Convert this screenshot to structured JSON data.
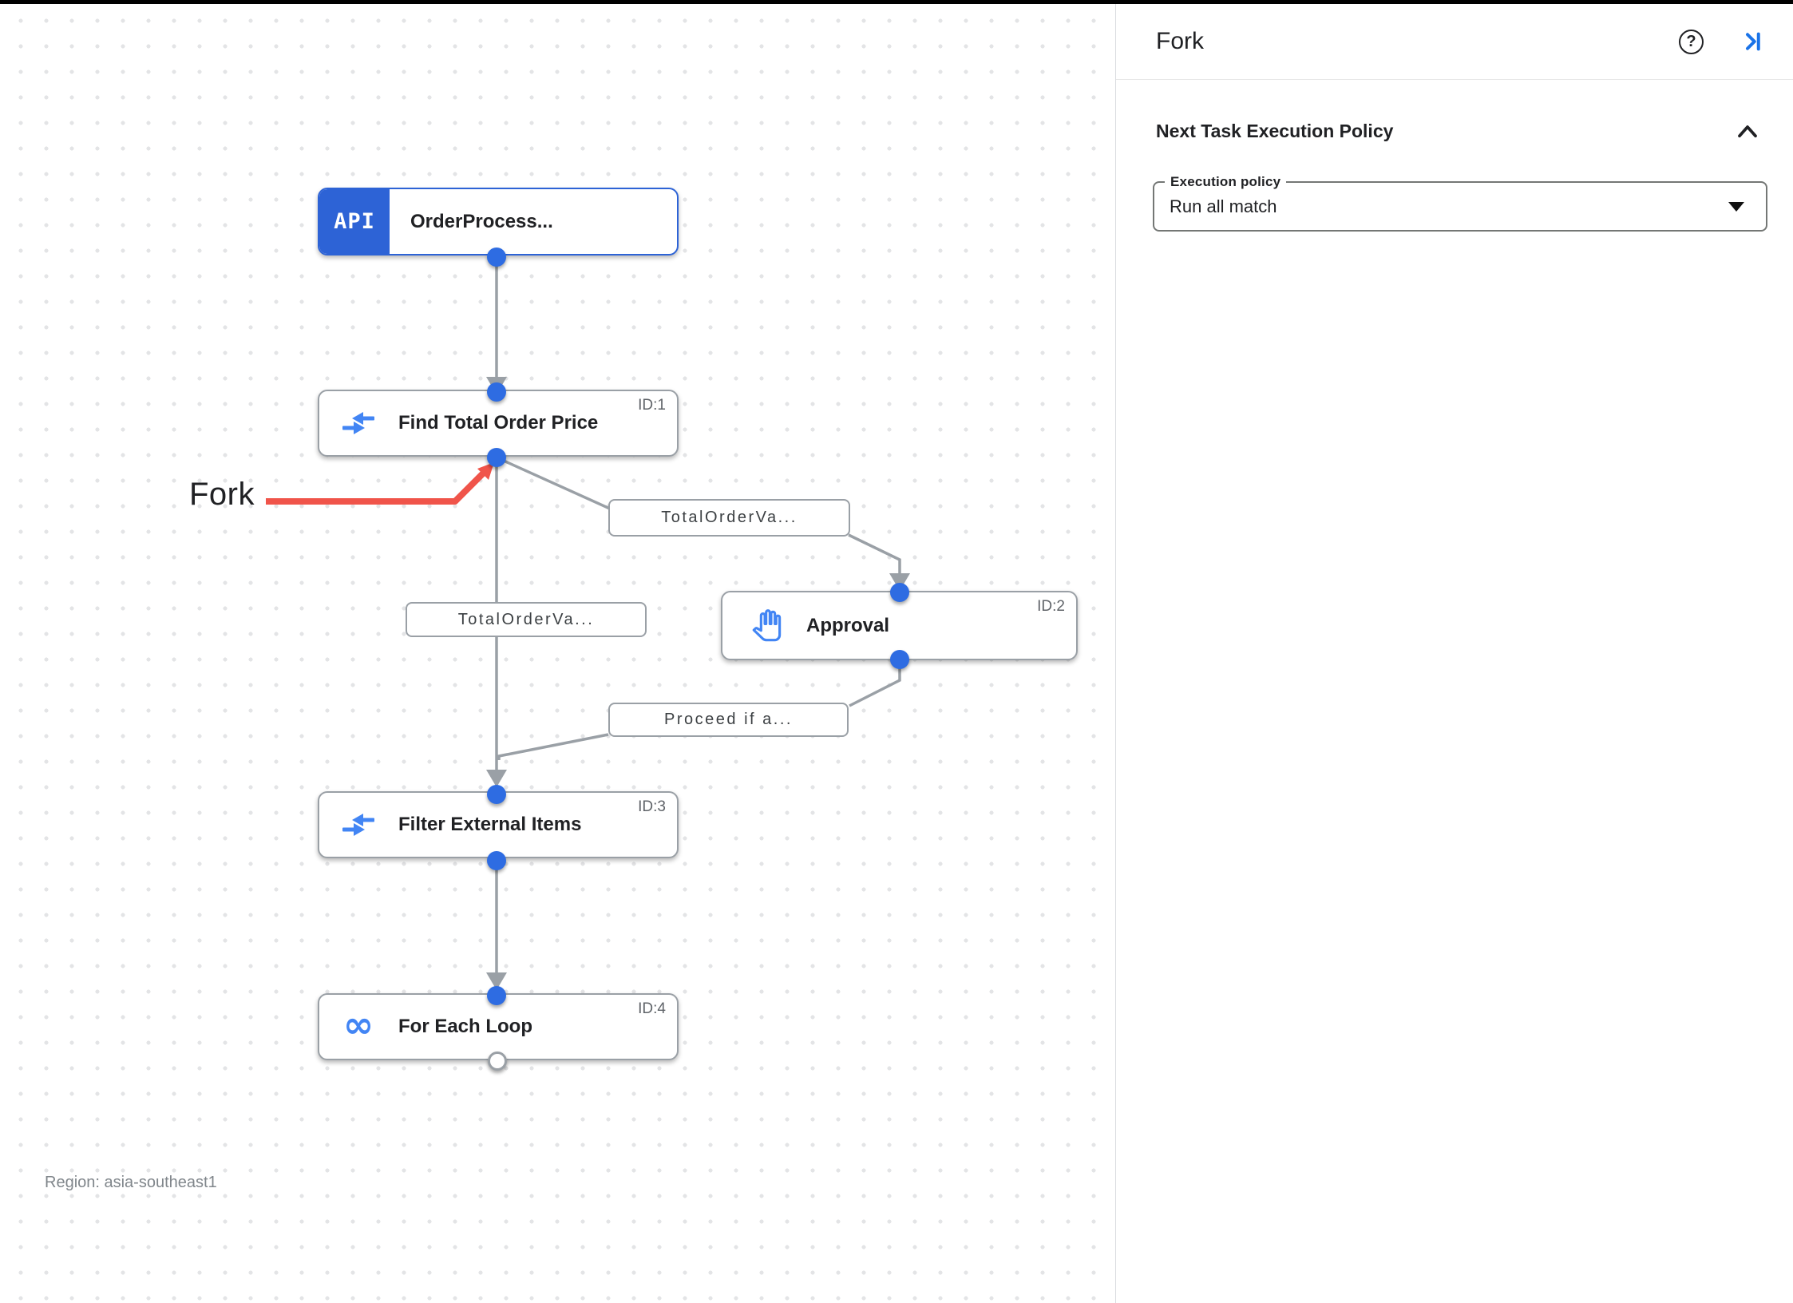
{
  "panel": {
    "title": "Fork",
    "help_glyph": "?",
    "icons": {
      "help": "circled-question-help-icon",
      "collapse": "collapse-panel-right-icon",
      "section_collapse": "chevron-up-icon",
      "dropdown": "caret-down-icon"
    },
    "section": {
      "title": "Next Task Execution Policy",
      "field_label": "Execution policy",
      "field_value": "Run all match"
    }
  },
  "canvas": {
    "annotation": "Fork",
    "region_label": "Region: asia-southeast1",
    "nodes": [
      {
        "badge": "API",
        "title": "OrderProcess...",
        "id_label": "",
        "icon": "api-trigger-badge"
      },
      {
        "title": "Find Total Order Price",
        "id_label": "ID:1",
        "icon": "data-mapping-arrows"
      },
      {
        "title": "Approval",
        "id_label": "ID:2",
        "icon": "approval-hand"
      },
      {
        "title": "Filter External Items",
        "id_label": "ID:3",
        "icon": "data-mapping-arrows"
      },
      {
        "title": "For Each Loop",
        "id_label": "ID:4",
        "icon": "for-each-infinity",
        "icon_glyph": "∞"
      }
    ],
    "edge_labels": [
      "TotalOrderVa...",
      "TotalOrderVa...",
      "Proceed if a..."
    ],
    "colors": {
      "trigger_blue": "#2d63d6",
      "icon_blue": "#4285f4",
      "dot_blue": "#2e6ce2",
      "edge_gray": "#9aa0a6",
      "annotation_red": "#f0544a",
      "accent_blue": "#1a73e8"
    }
  }
}
